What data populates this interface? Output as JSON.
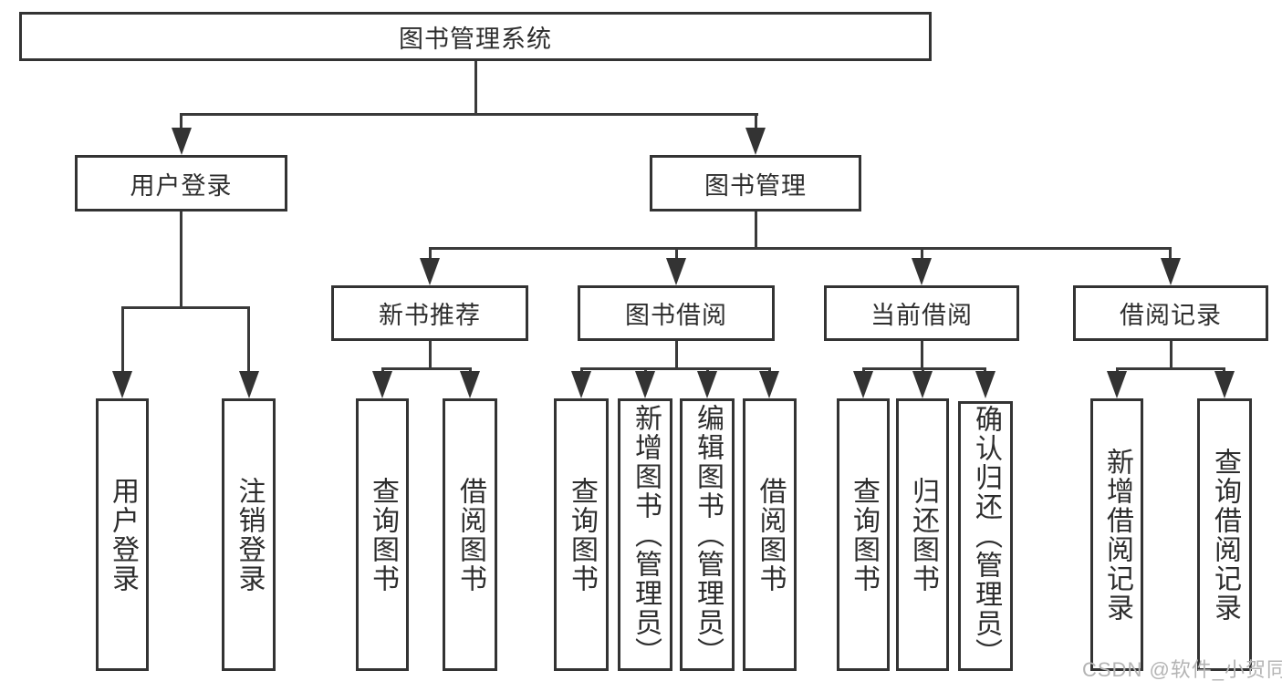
{
  "colors": {
    "line": "#333333",
    "text": "#2d2d2d",
    "background": "#ffffff",
    "watermark": "#b4b4b4"
  },
  "tree": {
    "label": "图书管理系统",
    "children": [
      {
        "label": "用户登录",
        "children": [
          {
            "label": "用户登录"
          },
          {
            "label": "注销登录"
          }
        ]
      },
      {
        "label": "图书管理",
        "children": [
          {
            "label": "新书推荐",
            "children": [
              {
                "label": "查询图书"
              },
              {
                "label": "借阅图书"
              }
            ]
          },
          {
            "label": "图书借阅",
            "children": [
              {
                "label": "查询图书"
              },
              {
                "label": "新增图书（管理员）"
              },
              {
                "label": "编辑图书（管理员）"
              },
              {
                "label": "借阅图书"
              }
            ]
          },
          {
            "label": "当前借阅",
            "children": [
              {
                "label": "查询图书"
              },
              {
                "label": "归还图书"
              },
              {
                "label": "确认归还（管理员）"
              }
            ]
          },
          {
            "label": "借阅记录",
            "children": [
              {
                "label": "新增借阅记录"
              },
              {
                "label": "查询借阅记录"
              }
            ]
          }
        ]
      }
    ]
  },
  "watermark": {
    "text": "CSDN @软件_小贺同学"
  }
}
